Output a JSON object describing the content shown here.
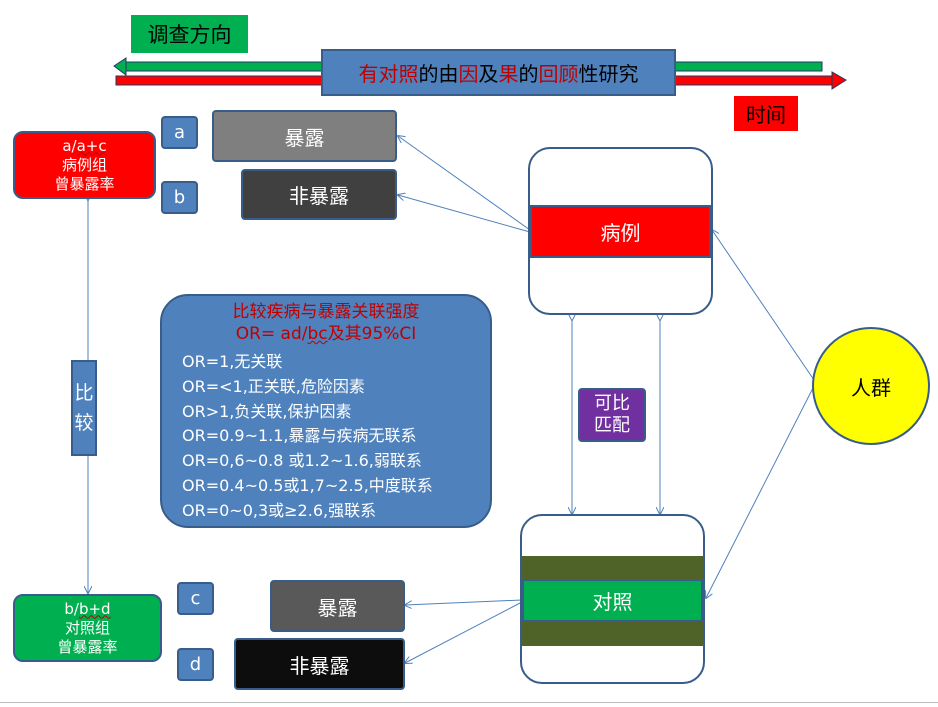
{
  "header": {
    "survey_direction": "调查方向",
    "title_parts": [
      "有",
      "对照",
      "的",
      "由",
      "因",
      "及",
      "果",
      "的",
      "回顾",
      "性研究"
    ],
    "time": "时间"
  },
  "cases_side": {
    "a": "a",
    "b": "b",
    "exposed": "暴露",
    "unexposed": "非暴露",
    "rate_line1": "a/a+c",
    "rate_line2": "病例组",
    "rate_line3": "曾暴露率"
  },
  "controls_side": {
    "c": "c",
    "d": "d",
    "exposed": "暴露",
    "unexposed": "非暴露",
    "rate_line1": "b/b+d",
    "rate_line2": "对照组",
    "rate_line3": "曾暴露率"
  },
  "compare": [
    "比",
    "较"
  ],
  "or_panel": {
    "title": "比较疾病与暴露关联强度",
    "formula_prefix": "OR= ",
    "formula_ad": "ad/",
    "formula_bc": "bc",
    "formula_suffix": "及其95%CI",
    "lines": [
      "OR=1,无关联",
      "OR=<1,正关联,危险因素",
      "OR>1,负关联,保护因素",
      "OR=0.9~1.1,暴露与疾病无联系",
      "OR=0,6~0.8 或1.2~1.6,弱联系",
      "OR=0.4~0.5或1,7~2.5,中度联系",
      "OR=0~0,3或≥2.6,强联系"
    ]
  },
  "case_group": "病例",
  "control_group": "对照",
  "match": [
    "可比",
    "匹配"
  ],
  "population": "人群",
  "colors": {
    "blue": "#4f81bd",
    "red": "#ff0000",
    "green": "#00b050",
    "purple": "#7030a0",
    "yellow": "#ffff00",
    "olive": "#4f6228"
  }
}
